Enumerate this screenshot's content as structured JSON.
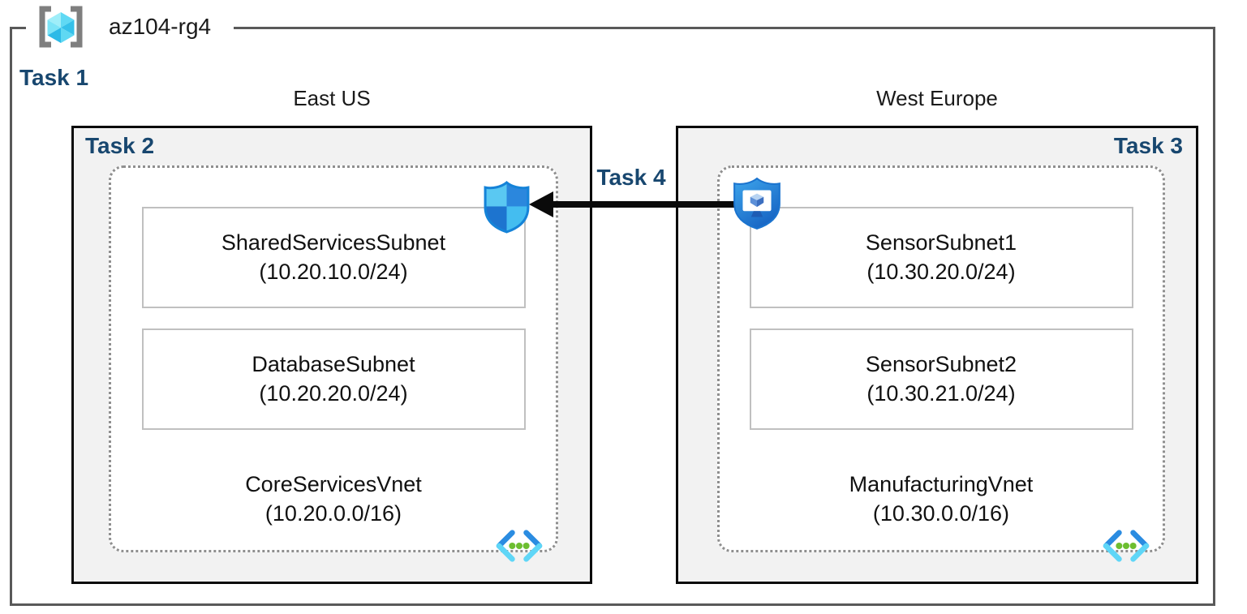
{
  "resource_group": {
    "name": "az104-rg4",
    "icon": "resource-group-icon"
  },
  "task_labels": {
    "task1": "Task 1",
    "task2": "Task 2",
    "task3": "Task 3",
    "task4": "Task 4"
  },
  "regions": [
    {
      "name": "East US",
      "task_label_key": "task2",
      "badge_icon": "security-shield-icon",
      "vnet": {
        "name": "CoreServicesVnet",
        "cidr": "(10.20.0.0/16)",
        "icon": "virtual-network-icon",
        "subnets": [
          {
            "name": "SharedServicesSubnet",
            "cidr": "(10.20.10.0/24)"
          },
          {
            "name": "DatabaseSubnet",
            "cidr": "(10.20.20.0/24)"
          }
        ]
      }
    },
    {
      "name": "West Europe",
      "task_label_key": "task3",
      "badge_icon": "bastion-icon",
      "vnet": {
        "name": "ManufacturingVnet",
        "cidr": "(10.30.0.0/16)",
        "icon": "virtual-network-icon",
        "subnets": [
          {
            "name": "SensorSubnet1",
            "cidr": "(10.30.20.0/24)"
          },
          {
            "name": "SensorSubnet2",
            "cidr": "(10.30.21.0/24)"
          }
        ]
      }
    }
  ],
  "connection": {
    "label_key": "task4",
    "from": "ManufacturingVnet",
    "to": "CoreServicesVnet",
    "direction": "right-to-left",
    "style": "solid-black-arrow"
  },
  "colors": {
    "task_label": "#18476f",
    "region_fill": "#f2f2f2",
    "frame_border": "#595959",
    "box_border": "#0a0a0a",
    "subnet_border": "#c0c0c0",
    "dotted_border": "#8f8f8f",
    "arrow": "#0a0a0a",
    "vnet_green_dot": "#6dbe30",
    "azure_blue": "#2b8ce1",
    "azure_cyan": "#5fd6f7"
  }
}
